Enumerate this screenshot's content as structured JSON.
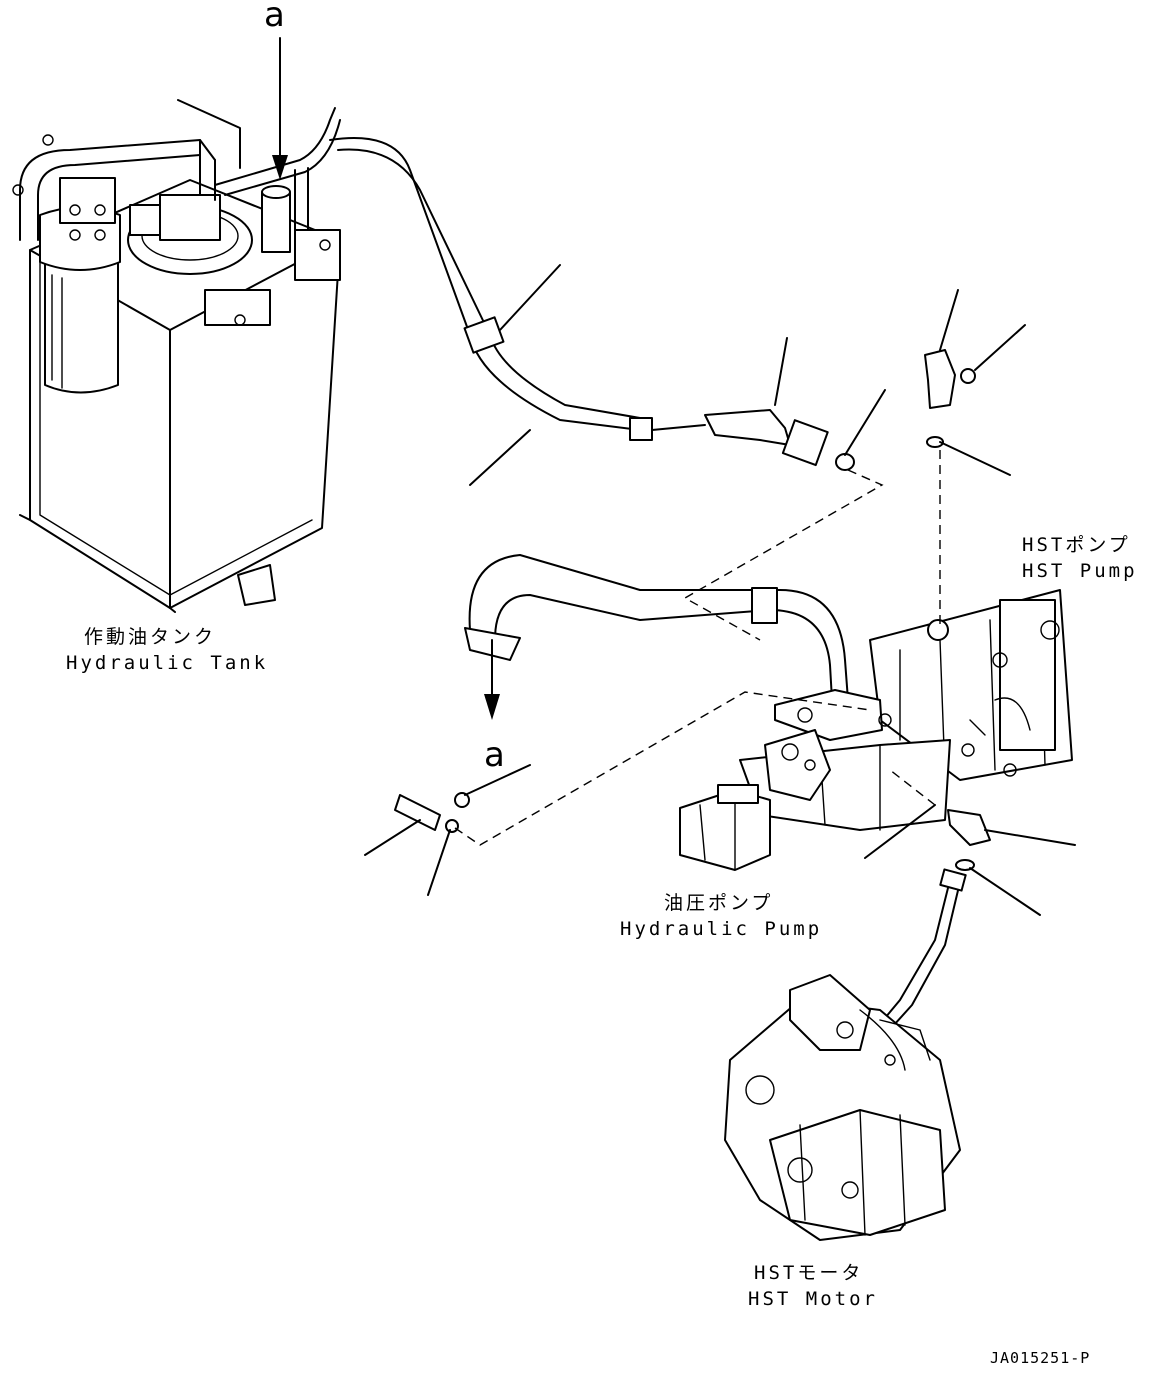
{
  "labels": {
    "callout_top": "a",
    "callout_bottom": "a",
    "hydraulic_tank_jp": "作動油タンク",
    "hydraulic_tank_en": "Hydraulic Tank",
    "hst_pump_jp": "HSTポンプ",
    "hst_pump_en": "HST Pump",
    "hydraulic_pump_jp": "油圧ポンプ",
    "hydraulic_pump_en": "Hydraulic Pump",
    "hst_motor_jp": "HSTモータ",
    "hst_motor_en": "HST Motor",
    "drawing_code": "JA015251-P"
  },
  "icons": {
    "tank": "hydraulic-tank-drawing",
    "hst_pump": "hst-pump-drawing",
    "hydraulic_pump": "hydraulic-pump-drawing",
    "hst_motor": "hst-motor-drawing"
  }
}
